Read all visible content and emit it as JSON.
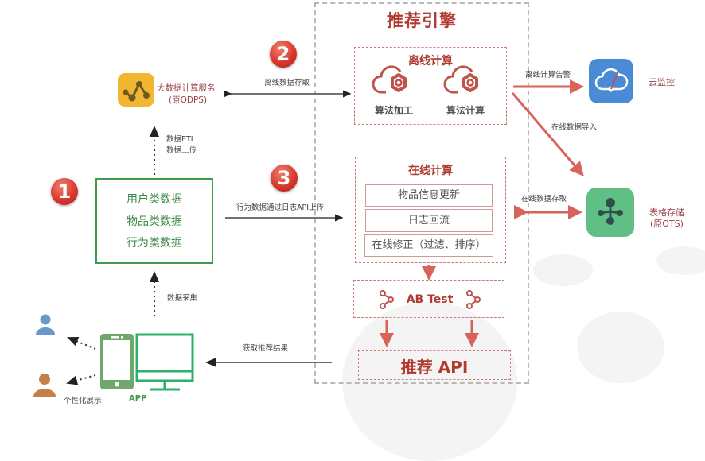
{
  "engine": {
    "title": "推荐引擎",
    "offline": {
      "title": "离线计算",
      "items": [
        {
          "label": "算法加工",
          "icon": "cloud-gear-icon"
        },
        {
          "label": "算法计算",
          "icon": "cloud-gear-icon"
        }
      ]
    },
    "online": {
      "title": "在线计算",
      "rows": [
        "物品信息更新",
        "日志回流",
        "在线修正（过滤、排序）"
      ]
    },
    "abtest": {
      "label": "AB Test",
      "icon": "flow-branch-icon"
    },
    "api": {
      "label": "推荐 API"
    }
  },
  "left": {
    "odps": {
      "name": "大数据计算服务",
      "sub": "(原ODPS)",
      "icon": "line-chart-nodes-icon",
      "color": "#f2b632"
    },
    "etl_label_1": "数据ETL",
    "etl_label_2": "数据上传",
    "data_box": [
      "用户类数据",
      "物品类数据",
      "行为类数据"
    ],
    "collect_label": "数据采集",
    "app_label": "APP",
    "personalized_label": "个性化展示"
  },
  "arrows": {
    "offline_access": "离线数据存取",
    "behavior_upload": "行为数据通过日志API上传",
    "get_results": "获取推荐结果",
    "offline_alert": "离线计算告警",
    "online_import": "在线数据导入",
    "online_access": "在线数据存取"
  },
  "right": {
    "monitor": {
      "name": "云监控",
      "icon": "cloud-gauge-icon",
      "color": "#4a8bd6"
    },
    "ots": {
      "name": "表格存储",
      "sub": "(原OTS)",
      "icon": "tree-nodes-icon",
      "color": "#5fbf84"
    }
  },
  "badges": [
    "1",
    "2",
    "3"
  ],
  "colors": {
    "accent": "#b03a30",
    "arrow_red": "#d9625a",
    "green": "#3f9a4a"
  }
}
